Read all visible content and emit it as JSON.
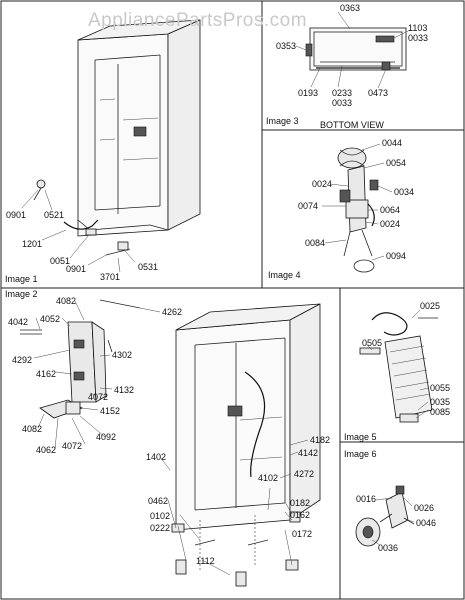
{
  "watermark": "AppliancePartsPros.com",
  "images": {
    "image1": {
      "caption": "Image 1",
      "labels": [
        "0901",
        "0521",
        "1201",
        "0051",
        "0901",
        "0531",
        "3701"
      ]
    },
    "image2": {
      "caption": "Image 2",
      "labels": [
        "4082",
        "4262",
        "4042",
        "4052",
        "4292",
        "4162",
        "4302",
        "4132",
        "4072",
        "4152",
        "4062",
        "4092",
        "4082",
        "4072",
        "1402",
        "0462",
        "0102",
        "0222",
        "1112",
        "4182",
        "4142",
        "4272",
        "4102",
        "0182",
        "0162",
        "0172"
      ]
    },
    "image3": {
      "caption": "Image 3",
      "view_caption": "BOTTOM VIEW",
      "labels": [
        "0363",
        "1103",
        "0033",
        "0353",
        "0193",
        "0233",
        "0033",
        "0473"
      ]
    },
    "image4": {
      "caption": "Image 4",
      "labels": [
        "0044",
        "0054",
        "0024",
        "0034",
        "0074",
        "0064",
        "0024",
        "0084",
        "0094"
      ]
    },
    "image5": {
      "caption": "Image 5",
      "labels": [
        "0025",
        "0505",
        "0055",
        "0035",
        "0085"
      ]
    },
    "image6": {
      "caption": "Image 6",
      "labels": [
        "0016",
        "0026",
        "0046",
        "0036"
      ]
    }
  }
}
